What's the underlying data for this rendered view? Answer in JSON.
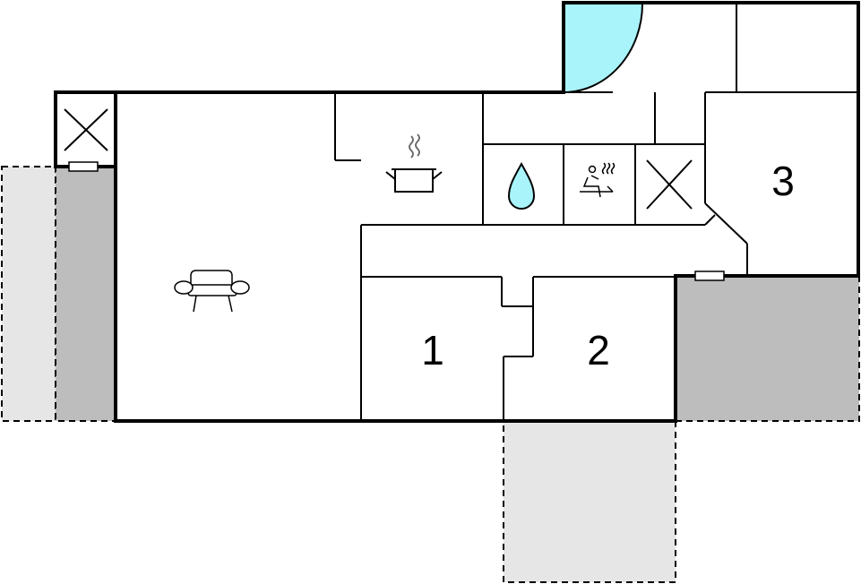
{
  "floorplan": {
    "rooms": [
      {
        "id": "bedroom-1",
        "label": "1"
      },
      {
        "id": "bedroom-2",
        "label": "2"
      },
      {
        "id": "bedroom-3",
        "label": "3"
      }
    ],
    "icons": [
      "sofa-icon",
      "kitchen-pot-icon",
      "water-drop-icon",
      "sauna-icon",
      "storage-cross-icon",
      "shaft-cross-icon"
    ],
    "colors": {
      "wall": "#000000",
      "terrace_dark": "#bdbdbd",
      "terrace_light": "#e6e6e6",
      "door_swing": "#a8f4fa"
    }
  }
}
